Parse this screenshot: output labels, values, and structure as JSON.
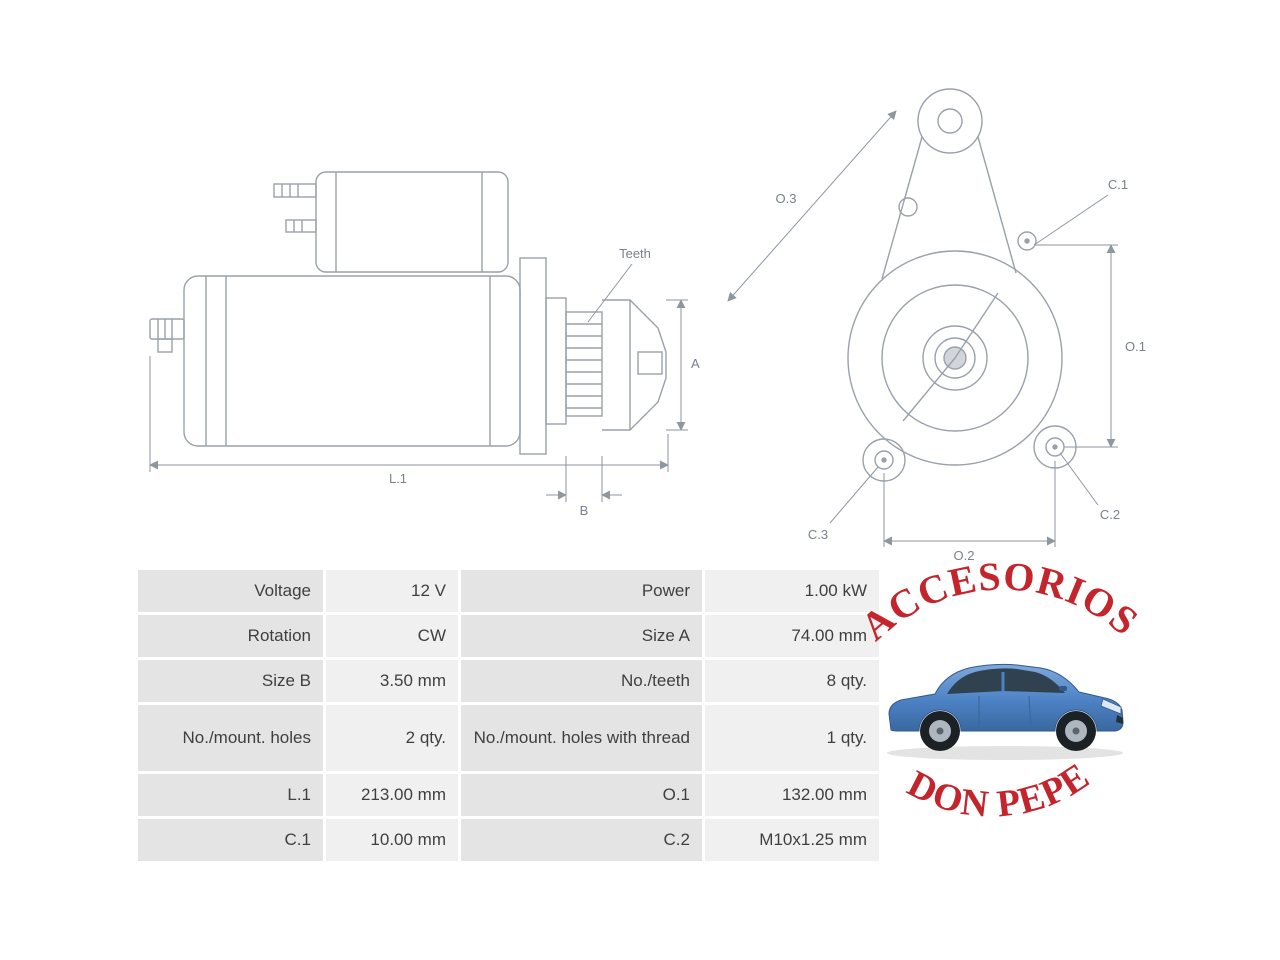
{
  "page": {
    "background": "#ffffff"
  },
  "drawings": {
    "stroke_color": "#9AA1AB",
    "dimension_color": "#79818B",
    "side_view": {
      "labels": {
        "teeth": "Teeth",
        "a": "A",
        "l1": "L.1",
        "b": "B"
      }
    },
    "front_view": {
      "labels": {
        "o3": "O.3",
        "c1": "C.1",
        "o1": "O.1",
        "c3": "C.3",
        "c2": "C.2",
        "o2": "O.2"
      }
    }
  },
  "spec_table": {
    "rows": [
      [
        "Voltage",
        "12 V",
        "Power",
        "1.00 kW"
      ],
      [
        "Rotation",
        "CW",
        "Size A",
        "74.00 mm"
      ],
      [
        "Size B",
        "3.50 mm",
        "No./teeth",
        "8 qty."
      ],
      [
        "No./mount. holes",
        "2 qty.",
        "No./mount. holes with thread",
        "1 qty."
      ],
      [
        "L.1",
        "213.00 mm",
        "O.1",
        "132.00 mm"
      ],
      [
        "C.1",
        "10.00 mm",
        "C.2",
        "M10x1.25 mm"
      ]
    ]
  },
  "branding": {
    "top_text": "ACCESORIOS",
    "bottom_text": "DON PEPE",
    "text_color": "#C4242C",
    "car": {
      "body_color": "#4C82C4",
      "window_color": "#30414F"
    }
  }
}
